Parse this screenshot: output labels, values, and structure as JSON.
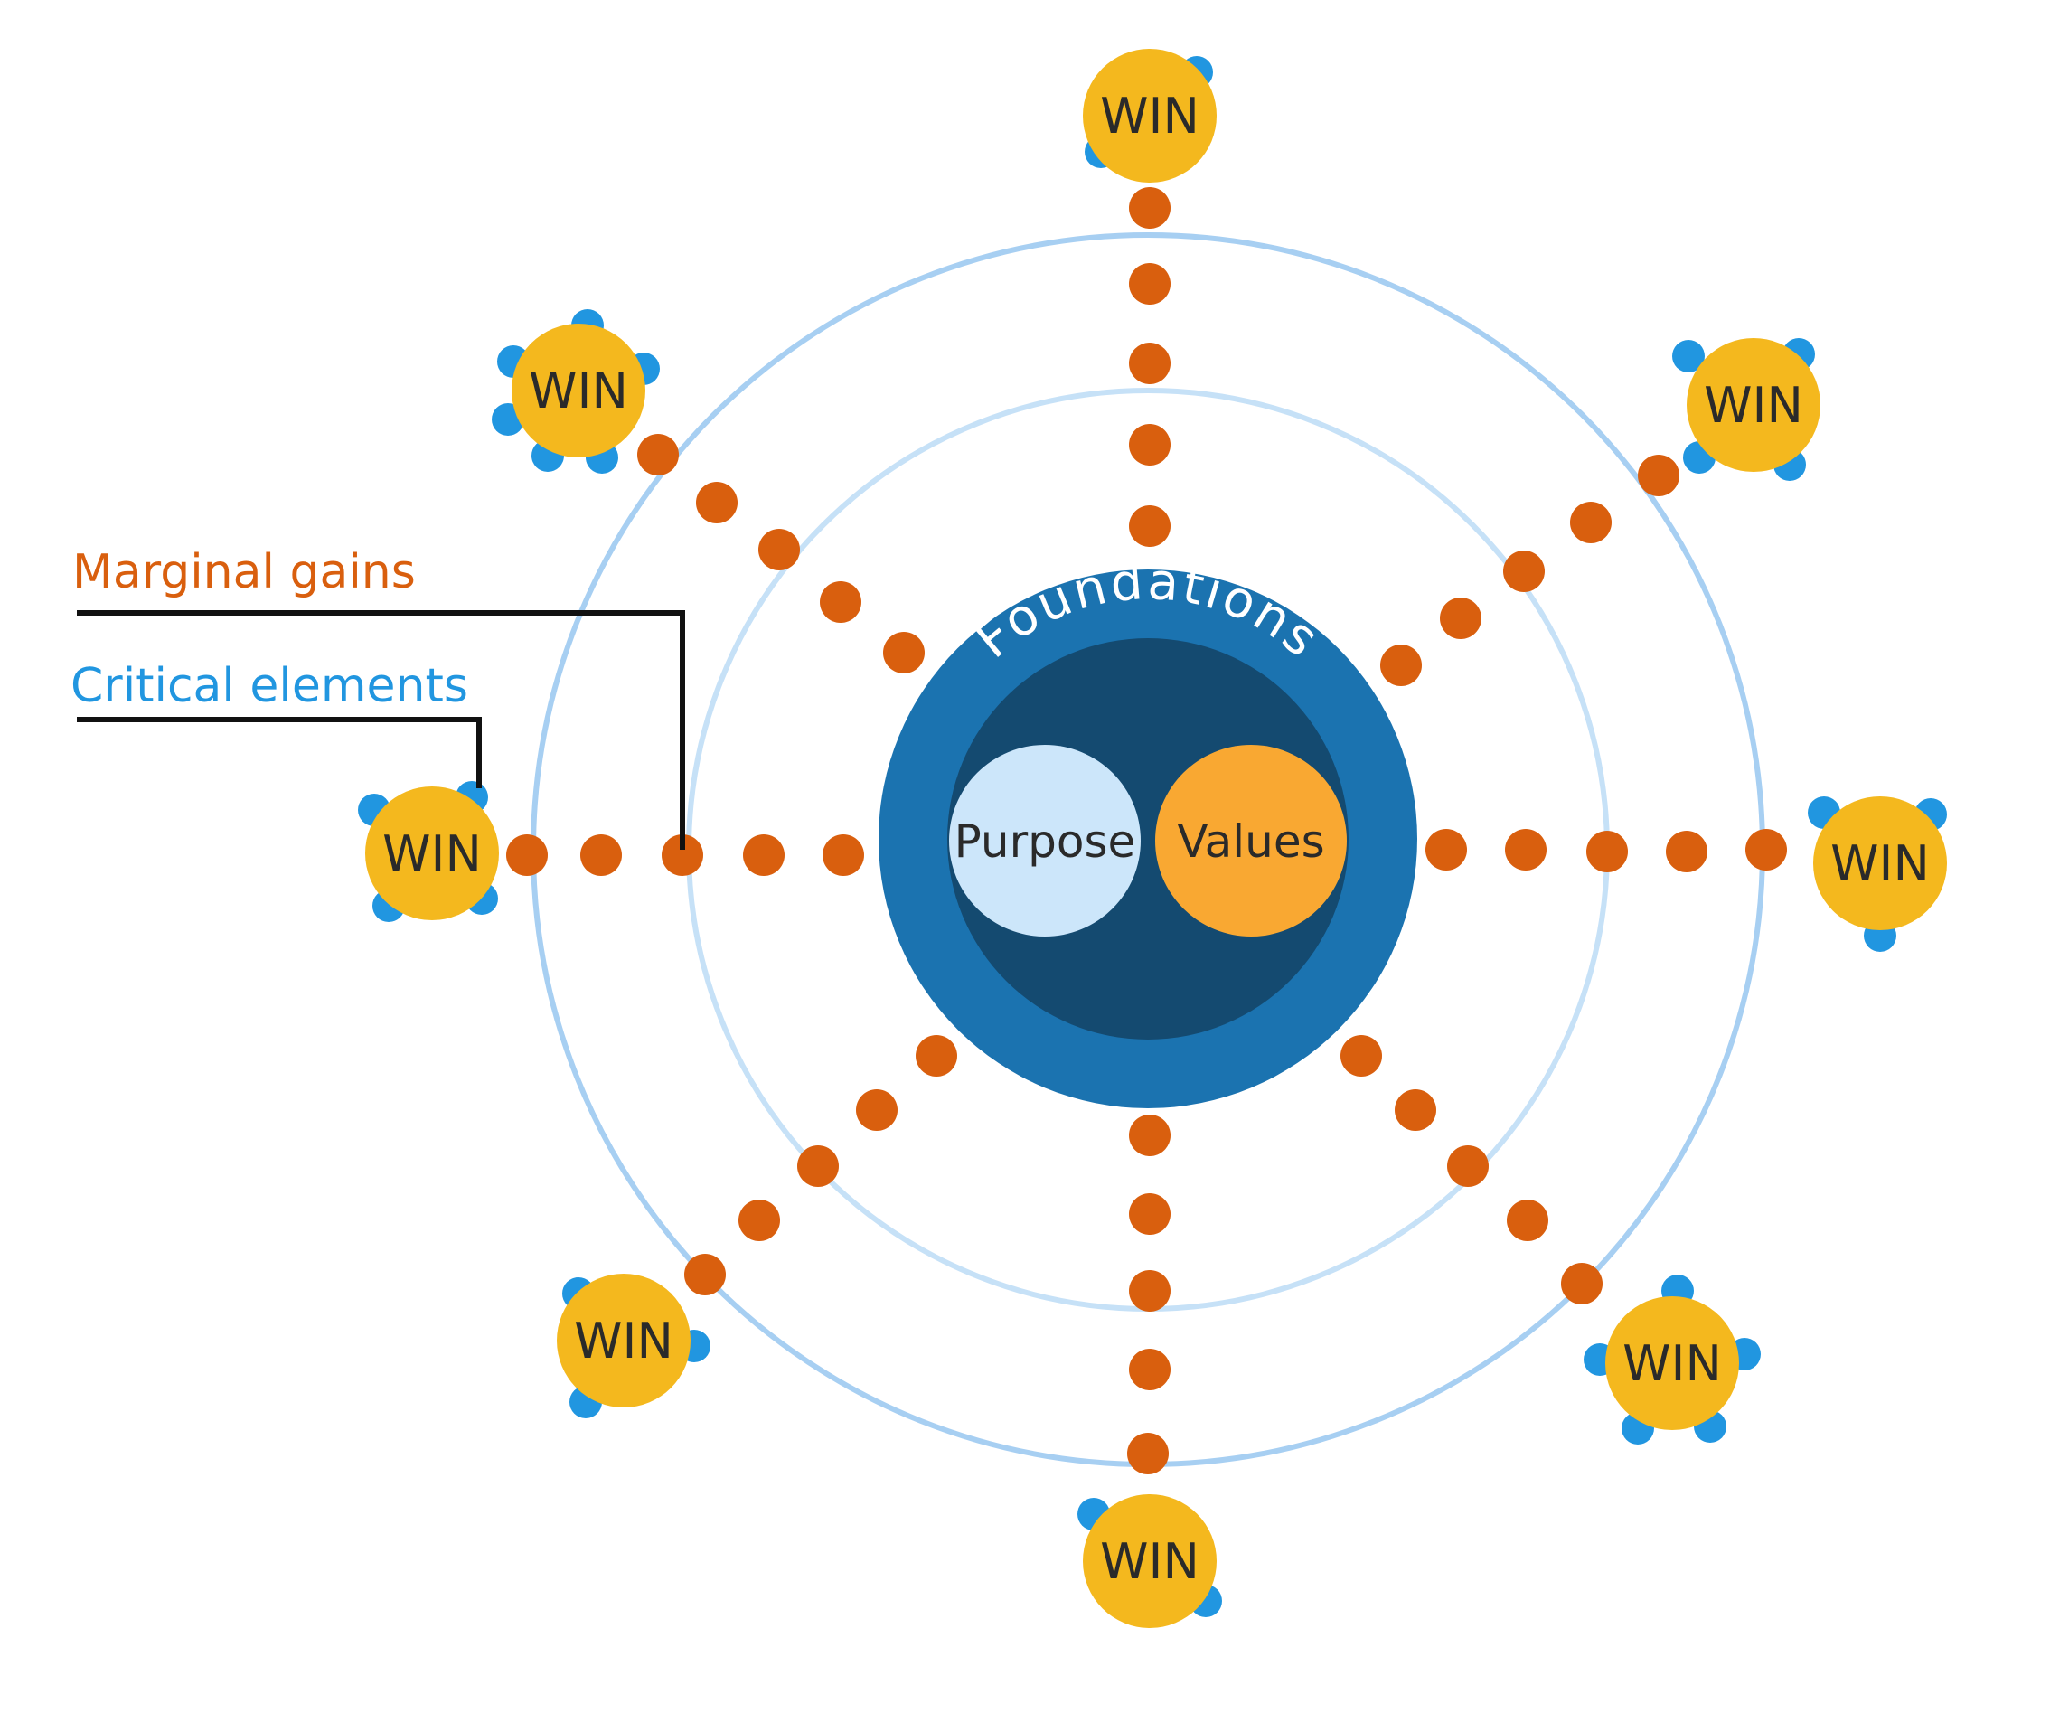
{
  "labels": {
    "marginal_gains": "Marginal gains",
    "critical_elements": "Critical elements",
    "foundations": "Foundations",
    "purpose": "Purpose",
    "values": "Values"
  },
  "win_label": "WIN",
  "win_count": 8,
  "colors": {
    "marginal_gains": "#d95f0e",
    "critical_elements": "#2196e0",
    "win_fill": "#f4b81e",
    "win_text": "#2a2a2a",
    "orbit_outer": "#a7cff2",
    "orbit_inner": "#c6e1f7",
    "foundations_ring": "#1b73b0",
    "foundations_core": "#144a70",
    "purpose_fill": "#cce6fa",
    "values_fill": "#f9a832",
    "leader_line": "#111111"
  }
}
